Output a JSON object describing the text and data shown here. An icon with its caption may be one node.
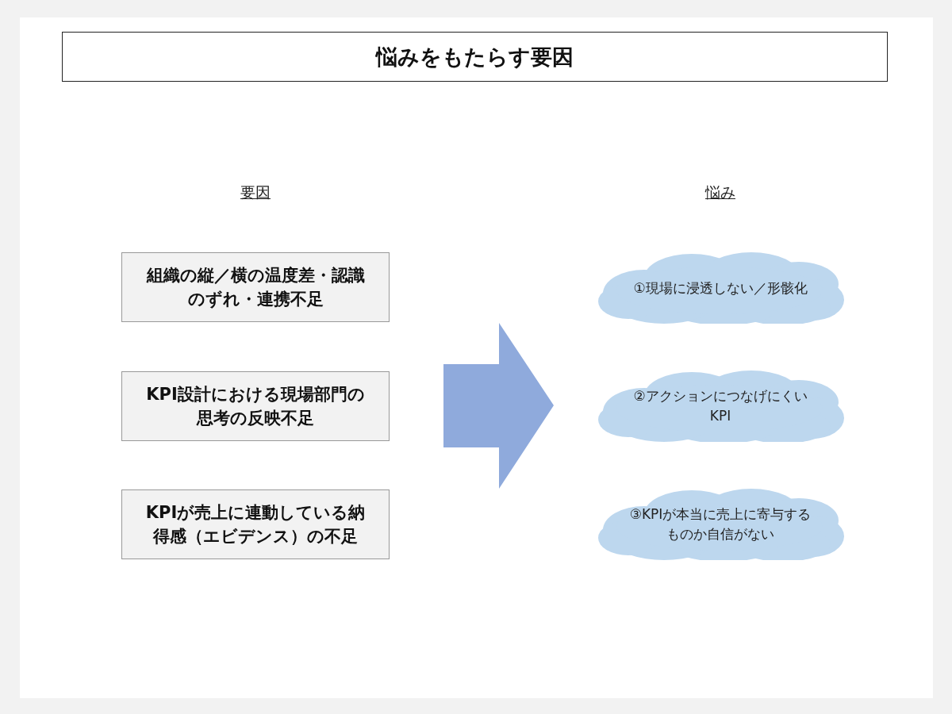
{
  "diagram": {
    "title": "悩みをもたらす要因",
    "nodes": [
      {
        "text": [
          "組織の縦／横の温度差・認識のずれ・連携不足"
        ]
      },
      {
        "text": [
          "KPI設計における現場部門の思考の反映不足"
        ]
      },
      {
        "text": [
          "KPIが売上に連動している納得感（エビデンス）の不足"
        ]
      },
      {
        "text": [
          "①現場に浸透しない／形骸化"
        ]
      },
      {
        "text": [
          "②アクションにつなげにくいKPI"
        ]
      },
      {
        "text": [
          "③KPIが本当に売上に寄与するものか自信がない"
        ]
      }
    ],
    "labels": [
      "要因",
      "悩み"
    ]
  }
}
